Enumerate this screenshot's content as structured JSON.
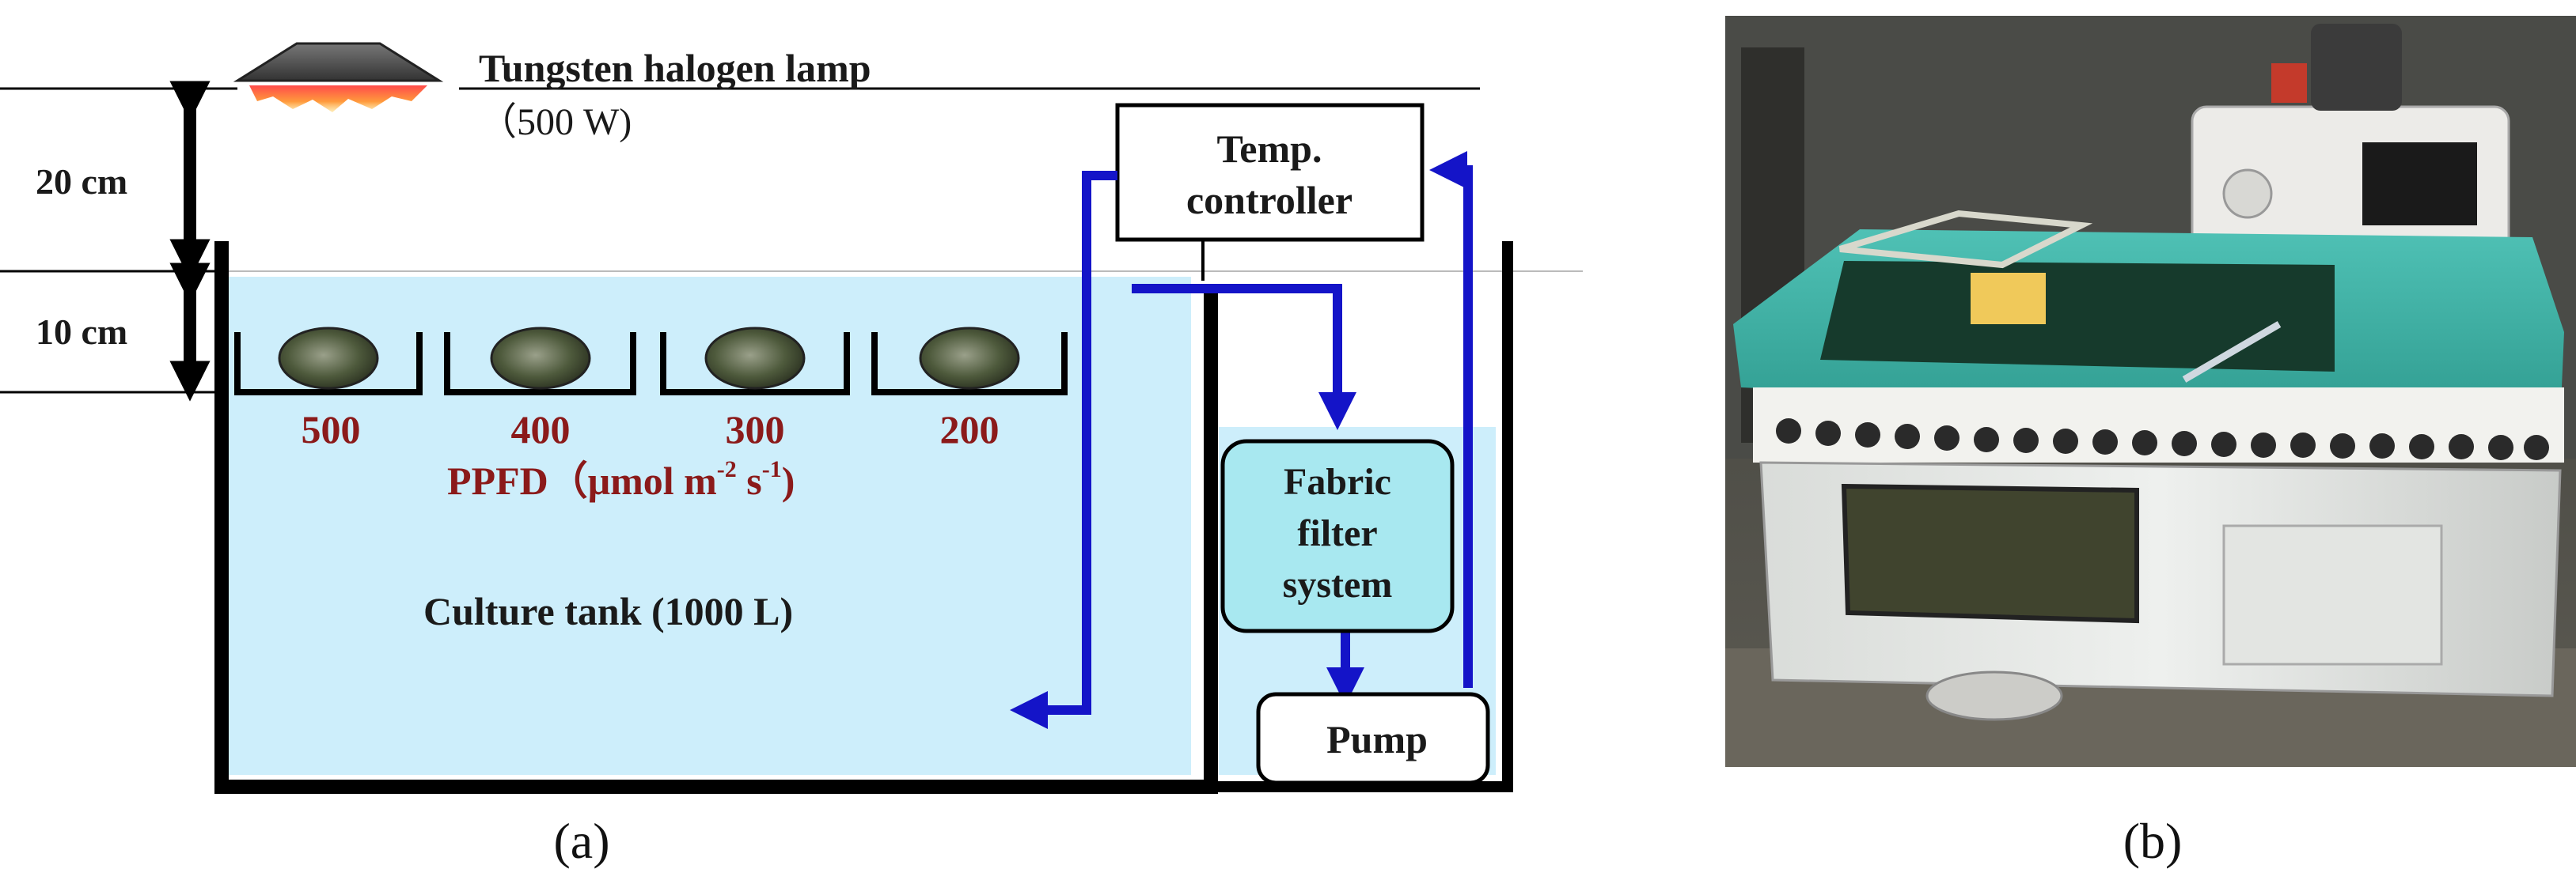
{
  "diagram": {
    "lamp_label": "Tungsten halogen lamp",
    "lamp_power": "（500 W)",
    "distance_lamp": "20 cm",
    "distance_water": "10 cm",
    "ppfd_values": [
      "500",
      "400",
      "300",
      "200"
    ],
    "ppfd_label_main": "PPFD（μmol m",
    "ppfd_exp1": "-2",
    "ppfd_mid": " s",
    "ppfd_exp2": "-1",
    "ppfd_close": ")",
    "tank_label": "Culture tank (1000 L)",
    "controller_line1": "Temp.",
    "controller_line2": "controller",
    "filter_line1": "Fabric",
    "filter_line2": "filter",
    "filter_line3": "system",
    "pump_label": "Pump",
    "panel_a": "(a)",
    "panel_b": "(b)"
  },
  "colors": {
    "water": "#cdeefb",
    "flow_arrow": "#1414c8",
    "ppfd_text": "#8b1a1a",
    "filter_fill": "#a8e8f0",
    "lamp_body": "#555555"
  }
}
